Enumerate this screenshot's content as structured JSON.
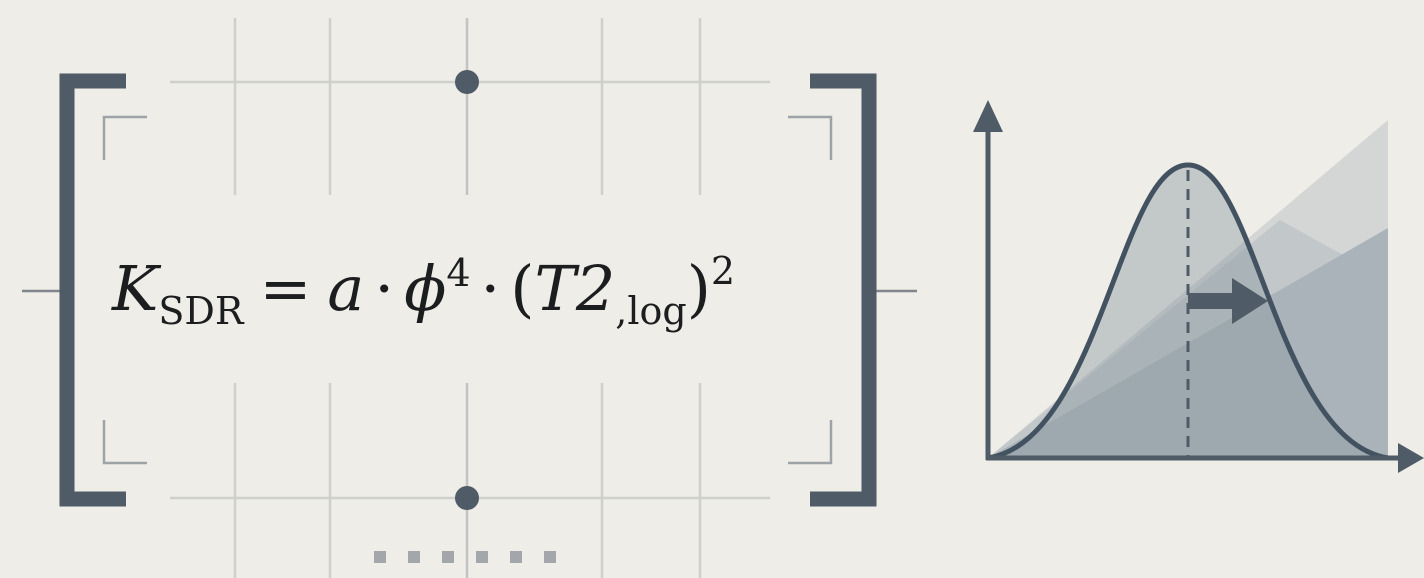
{
  "formula": {
    "lhs_symbol": "K",
    "lhs_subscript": "SDR",
    "equals": "=",
    "coefficient": "a",
    "dot_operator": "·",
    "phi": "ϕ",
    "phi_exponent": "4",
    "open_paren": "(",
    "term": "T2",
    "term_subscript": ",log",
    "close_paren": ")",
    "outer_exponent": "2"
  },
  "colors": {
    "background": "#eeede7",
    "bracket": "#4f5b66",
    "curve": "#435260",
    "fill_light": "#d4d6d5",
    "fill_mid": "#b9c0c5",
    "fill_dark": "#8f9ba4"
  },
  "pagination": {
    "dot_count": 6
  }
}
